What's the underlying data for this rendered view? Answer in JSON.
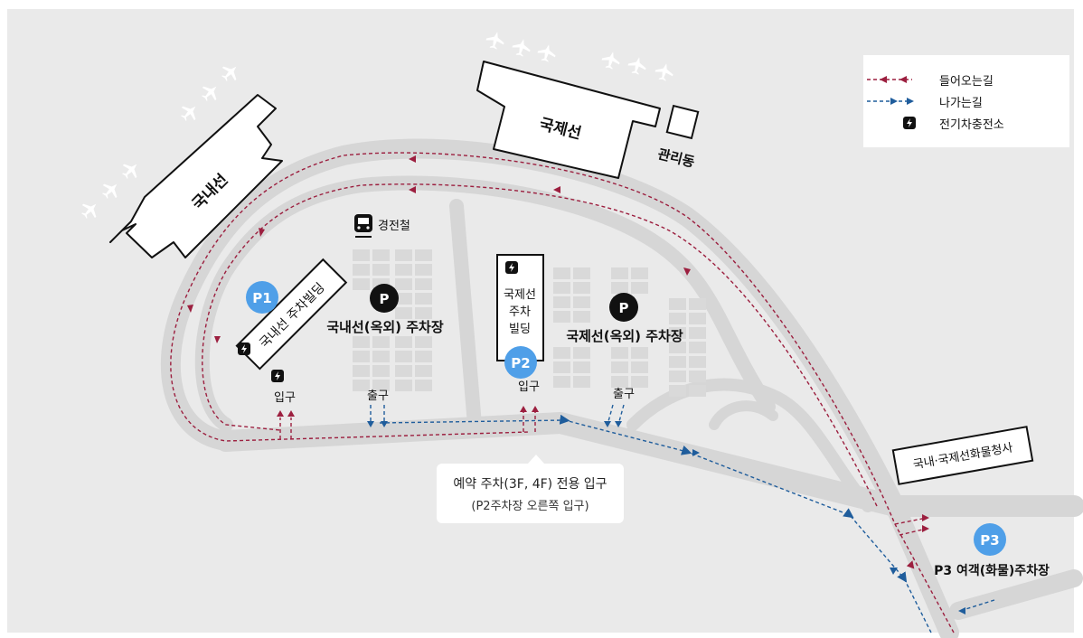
{
  "buildings": {
    "domestic_terminal": "국내선",
    "international_terminal": "국제선",
    "admin_building": "관리동",
    "domestic_parking_building": "국내선 주차빌딩",
    "intl_parking_building": "국제선\n주차\n빌딩",
    "cargo_building": "국내·국제선화물청사"
  },
  "intl_parking_building_lines": [
    "국제선",
    "주차",
    "빌딩"
  ],
  "facilities": {
    "rail": "경전철"
  },
  "parking": {
    "p1_badge": "P1",
    "p2_badge": "P2",
    "p3_badge": "P3",
    "p_symbol": "P",
    "domestic_outdoor": "국내선(옥외) 주차장",
    "international_outdoor": "국제선(옥외) 주차장",
    "p3_label": "P3 여객(화물)주차장"
  },
  "gates": {
    "entrance": "입구",
    "exit": "출구"
  },
  "callout": {
    "line1": "예약 주차(3F, 4F) 전용 입구",
    "line2": "(P2주차장 오른쪽 입구)"
  },
  "legend": {
    "incoming": "들어오는길",
    "outgoing": "나가는길",
    "ev_charging": "전기차충전소"
  },
  "colors": {
    "background": "#eaeaea",
    "road": "#d6d6d6",
    "parking_lot": "#d9d9d9",
    "incoming_route": "#9c1f3f",
    "outgoing_route": "#1f5d9c",
    "badge_blue": "#4f9fe8",
    "black": "#111111"
  },
  "icons": [
    "airplane-icon",
    "train-icon",
    "ev-charging-icon",
    "parking-p-icon",
    "route-arrow-icon"
  ]
}
